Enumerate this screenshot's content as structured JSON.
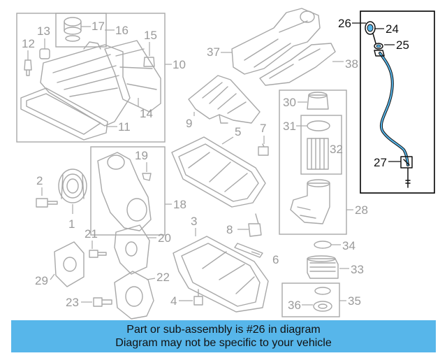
{
  "callouts": {
    "n1": "1",
    "n2": "2",
    "n3": "3",
    "n4": "4",
    "n5": "5",
    "n6": "6",
    "n7": "7",
    "n8": "8",
    "n9": "9",
    "n10": "10",
    "n11": "11",
    "n12": "12",
    "n13": "13",
    "n14": "14",
    "n15": "15",
    "n16": "16",
    "n17": "17",
    "n18": "18",
    "n19": "19",
    "n20": "20",
    "n21": "21",
    "n22": "22",
    "n23": "23",
    "n24": "24",
    "n25": "25",
    "n26": "26",
    "n27": "27",
    "n28": "28",
    "n29": "29",
    "n30": "30",
    "n31": "31",
    "n32": "32",
    "n33": "33",
    "n34": "34",
    "n35": "35",
    "n36": "36",
    "n37": "37",
    "n38": "38"
  },
  "highlight": {
    "part": "26",
    "color": "#57b6ea"
  },
  "banner": {
    "line1": "Part or sub-assembly is #26 in diagram",
    "line2": "Diagram may not be specific to your vehicle"
  }
}
